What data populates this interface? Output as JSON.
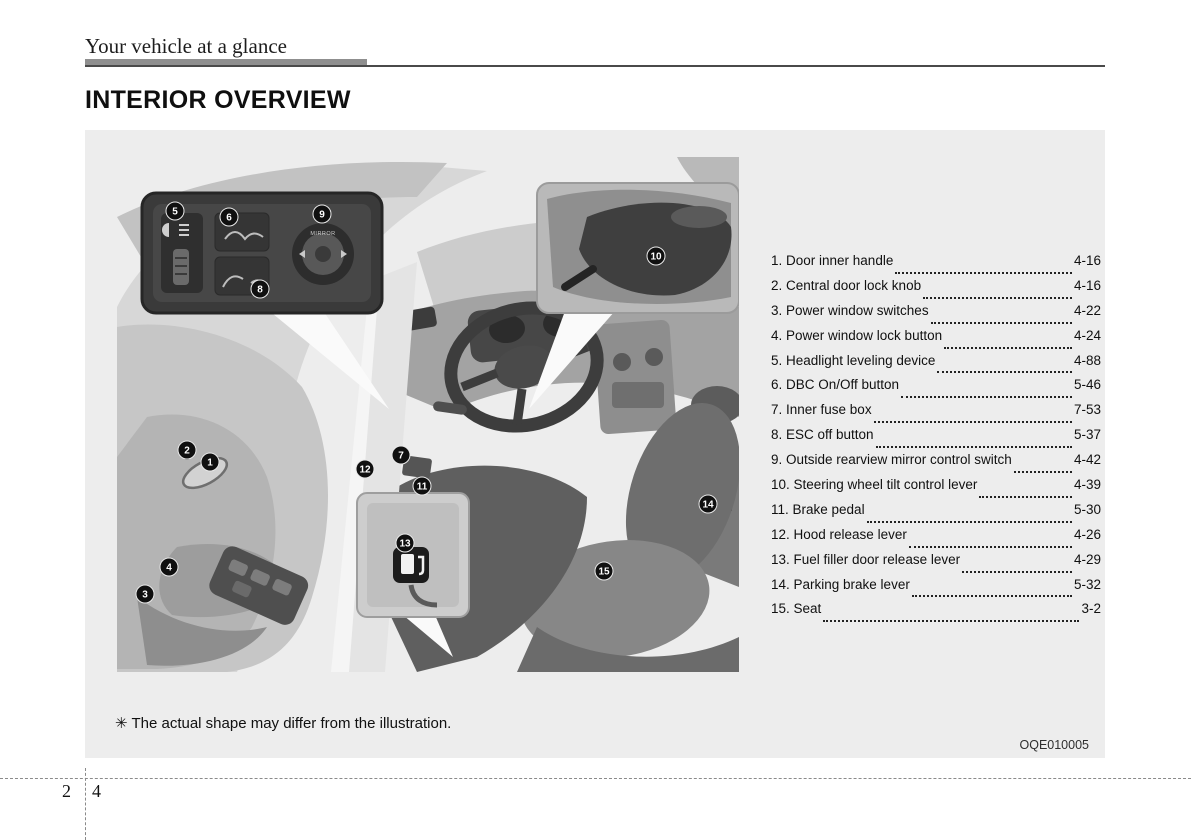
{
  "header": {
    "breadcrumb": "Your vehicle at a glance",
    "title": "INTERIOR OVERVIEW"
  },
  "figure": {
    "footnote": "✳ The actual shape may differ from the illustration.",
    "image_code": "OQE010005",
    "mirror_label": "MIRROR",
    "callouts": {
      "c1": "1",
      "c2": "2",
      "c3": "3",
      "c4": "4",
      "c5": "5",
      "c6": "6",
      "c7": "7",
      "c8": "8",
      "c9": "9",
      "c10": "10",
      "c11": "11",
      "c12": "12",
      "c13": "13",
      "c14": "14",
      "c15": "15"
    }
  },
  "parts_list": [
    {
      "label": "1. Door inner handle",
      "page": "4-16"
    },
    {
      "label": "2. Central door lock knob",
      "page": "4-16"
    },
    {
      "label": "3. Power window switches",
      "page": "4-22"
    },
    {
      "label": "4. Power window lock button",
      "page": "4-24"
    },
    {
      "label": "5. Headlight leveling device",
      "page": "4-88"
    },
    {
      "label": "6. DBC On/Off button",
      "page": "5-46"
    },
    {
      "label": "7. Inner fuse box",
      "page": "7-53"
    },
    {
      "label": "8. ESC off button",
      "page": "5-37"
    },
    {
      "label": "9. Outside rearview mirror control switch",
      "page": "4-42"
    },
    {
      "label": "10. Steering wheel tilt control lever",
      "page": "4-39"
    },
    {
      "label": "11. Brake pedal",
      "page": "5-30"
    },
    {
      "label": "12. Hood release lever",
      "page": "4-26"
    },
    {
      "label": "13. Fuel filler door release lever",
      "page": "4-29"
    },
    {
      "label": "14. Parking brake lever",
      "page": "5-32"
    },
    {
      "label": "15. Seat",
      "page": "3-2"
    }
  ],
  "footer": {
    "chapter": "2",
    "page": "4"
  }
}
